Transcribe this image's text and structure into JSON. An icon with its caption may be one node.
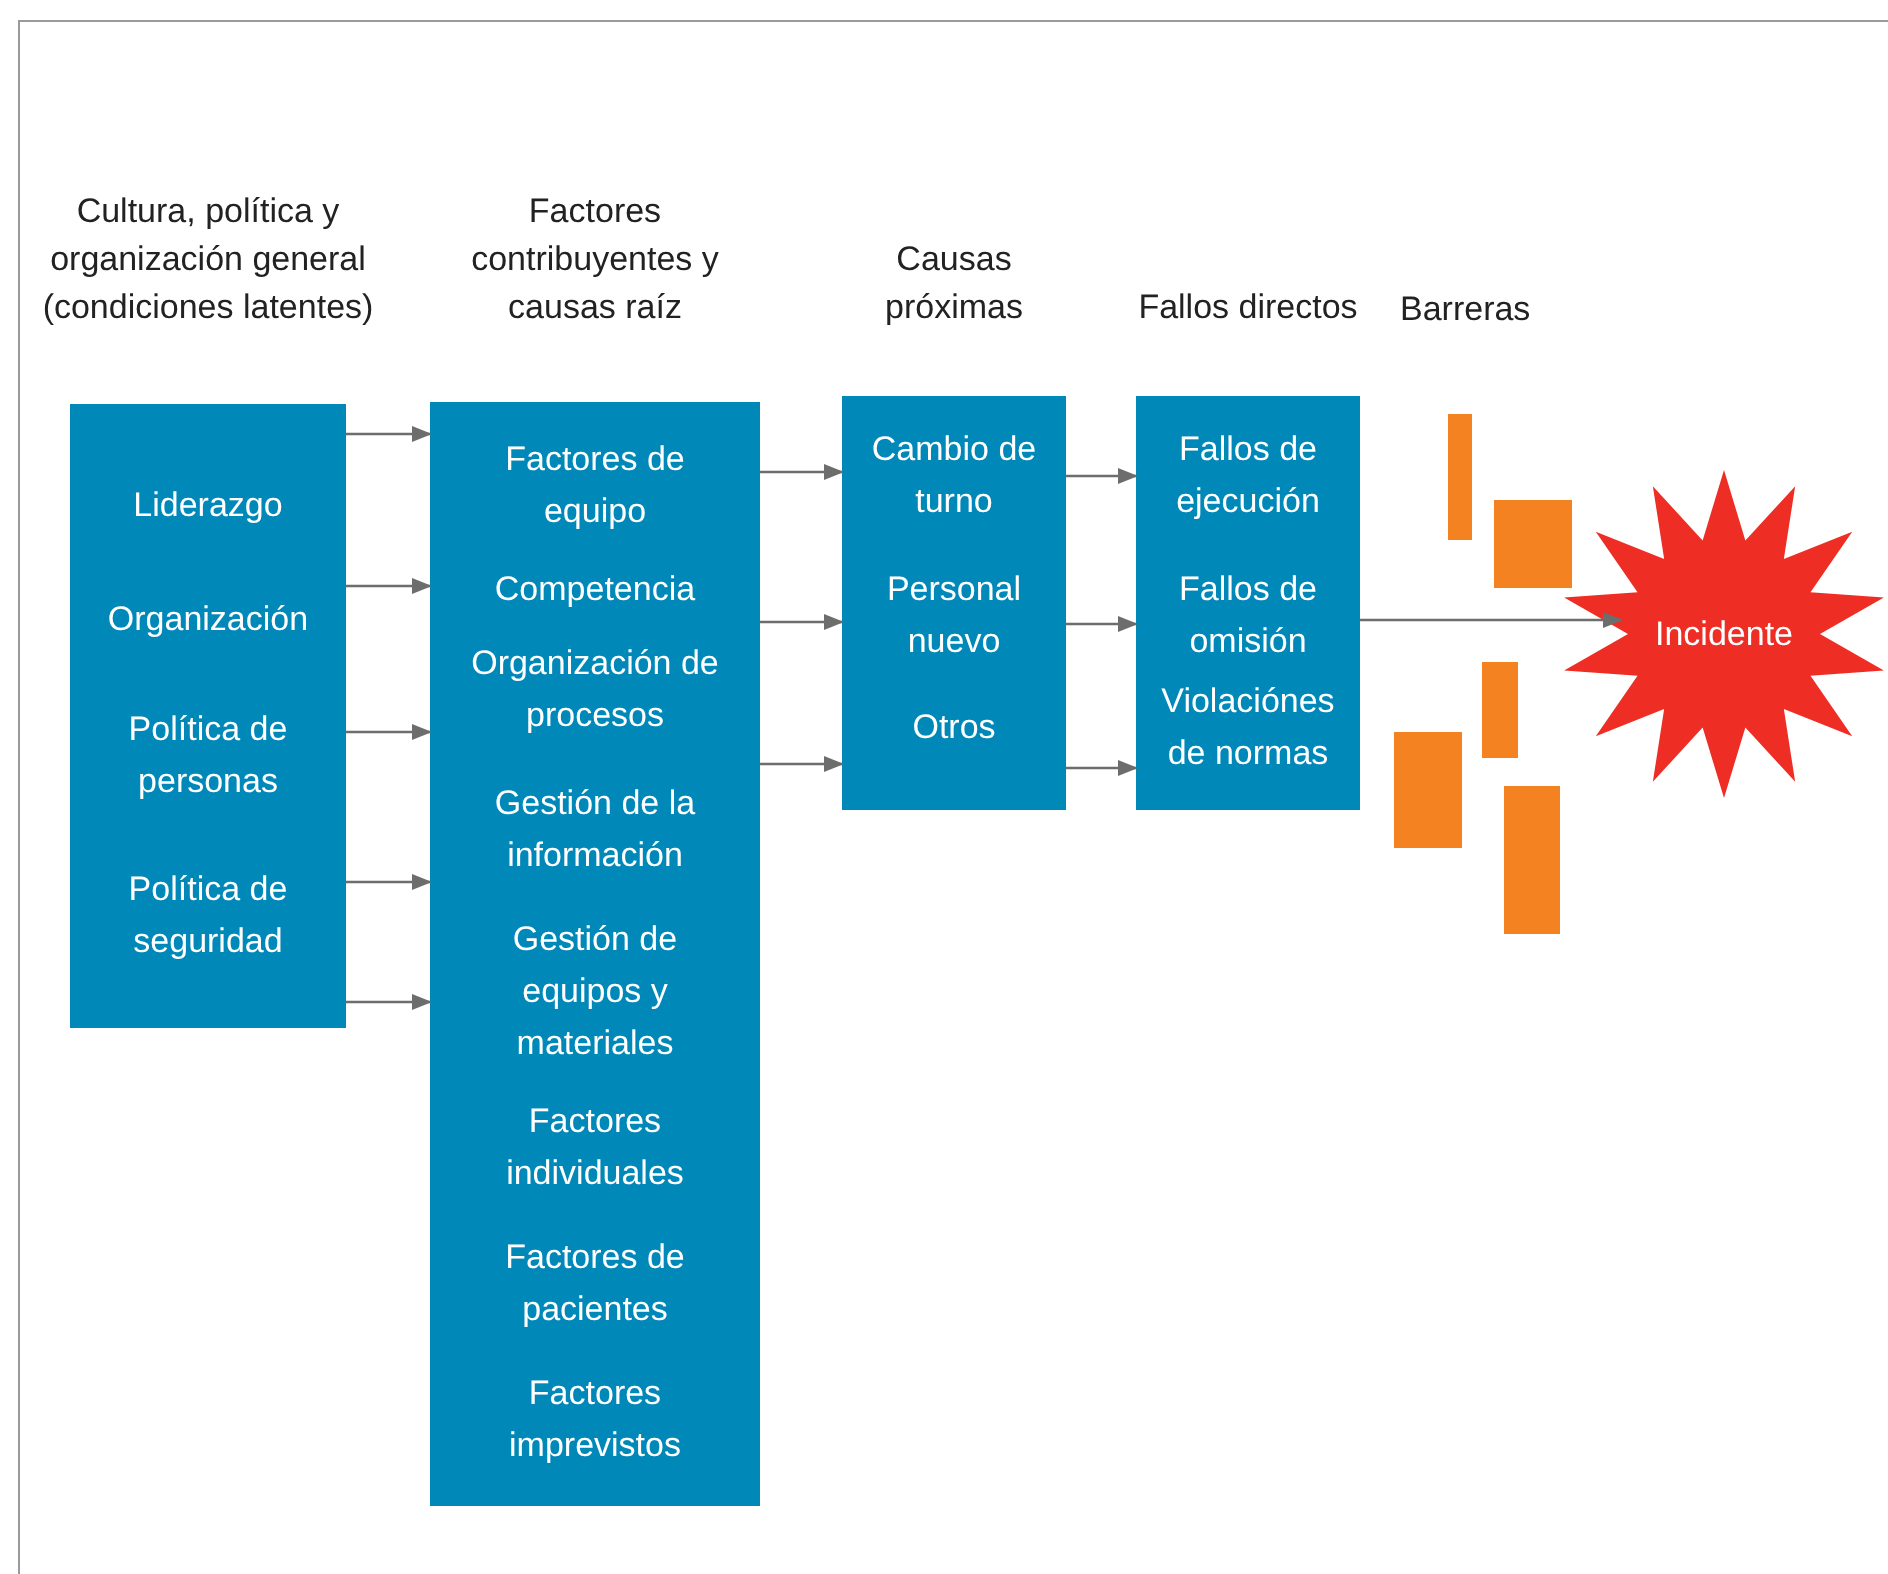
{
  "diagram": {
    "nodes": [
      {
        "text": [
          "Cultura, política y organización general (condiciones latentes)",
          "Liderazgo",
          "Organización",
          "Política de personas",
          "Política de seguridad"
        ]
      },
      {
        "text": [
          "Factores contribuyentes y causas raíz",
          "Factores de equipo",
          "Competencia",
          "Organización de procesos",
          "Gestión de la información",
          "Gestión de equipos y materiales",
          "Factores individuales",
          "Factores de pacientes",
          "Factores imprevistos"
        ]
      },
      {
        "text": [
          "Causas próximas",
          "Cambio de turno",
          "Personal nuevo",
          "Otros"
        ]
      },
      {
        "text": [
          "Fallos directos",
          "Fallos de ejecución",
          "Fallos de omisión",
          "Violaciónes de normas"
        ]
      },
      {
        "text": [
          "Incidente"
        ]
      }
    ],
    "edges": [
      {
        "from": 0,
        "to": 1,
        "arrow": "to"
      },
      {
        "from": 0,
        "to": 1,
        "arrow": "to"
      },
      {
        "from": 0,
        "to": 1,
        "arrow": "to"
      },
      {
        "from": 0,
        "to": 1,
        "arrow": "to"
      },
      {
        "from": 0,
        "to": 1,
        "arrow": "to"
      },
      {
        "from": 1,
        "to": 2,
        "arrow": "to"
      },
      {
        "from": 1,
        "to": 2,
        "arrow": "to"
      },
      {
        "from": 1,
        "to": 2,
        "arrow": "to"
      },
      {
        "from": 2,
        "to": 3,
        "arrow": "to"
      },
      {
        "from": 2,
        "to": 3,
        "arrow": "to"
      },
      {
        "from": 2,
        "to": 3,
        "arrow": "to"
      },
      {
        "from": 3,
        "to": 4,
        "arrow": "to"
      }
    ],
    "labels": [
      "Barreras"
    ]
  }
}
